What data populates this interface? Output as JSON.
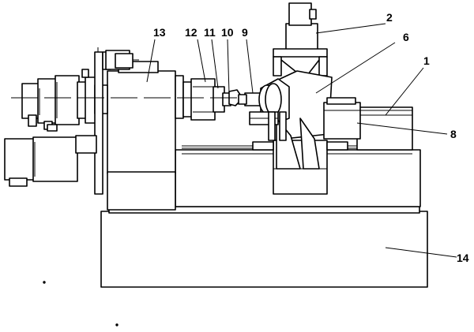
{
  "labels": {
    "l1": "1",
    "l2": "2",
    "l6": "6",
    "l8": "8",
    "l9": "9",
    "l10": "10",
    "l11": "11",
    "l12": "12",
    "l13": "13",
    "l14": "14"
  }
}
